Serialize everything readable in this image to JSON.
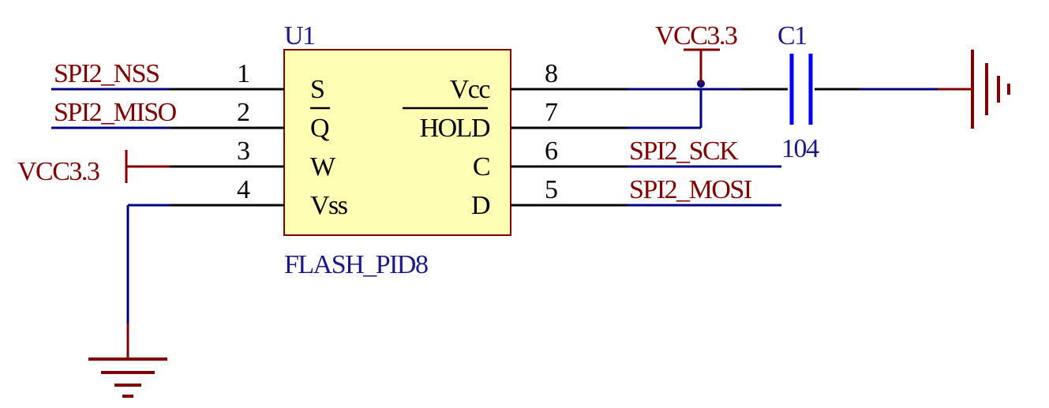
{
  "schematic": {
    "component": {
      "designator": "U1",
      "part_name": "FLASH_PID8",
      "body_color": "#FFFFB4",
      "left_pins": [
        {
          "number": "1",
          "name": "S",
          "net": "SPI2_NSS"
        },
        {
          "number": "2",
          "name": "Q",
          "net": "SPI2_MISO"
        },
        {
          "number": "3",
          "name": "W",
          "net": "VCC3.3"
        },
        {
          "number": "4",
          "name": "Vss",
          "net": "GND"
        }
      ],
      "right_pins": [
        {
          "number": "8",
          "name": "Vcc",
          "net": "VCC3.3"
        },
        {
          "number": "7",
          "name": "HOLD",
          "net": "VCC3.3"
        },
        {
          "number": "6",
          "name": "C",
          "net": "SPI2_SCK"
        },
        {
          "number": "5",
          "name": "D",
          "net": "SPI2_MOSI"
        }
      ]
    },
    "capacitor": {
      "designator": "C1",
      "value": "104"
    },
    "power_labels": {
      "top": "VCC3.3",
      "left": "VCC3.3"
    },
    "net_labels": {
      "nss": "SPI2_NSS",
      "miso": "SPI2_MISO",
      "sck": "SPI2_SCK",
      "mosi": "SPI2_MOSI"
    },
    "colors": {
      "wire": "#000080",
      "pin_line": "#000000",
      "net_label": "#800000",
      "power_symbol": "#800000",
      "capacitor": "#0000FF",
      "designator": "#1a1a8c",
      "junction": "#000080"
    }
  }
}
